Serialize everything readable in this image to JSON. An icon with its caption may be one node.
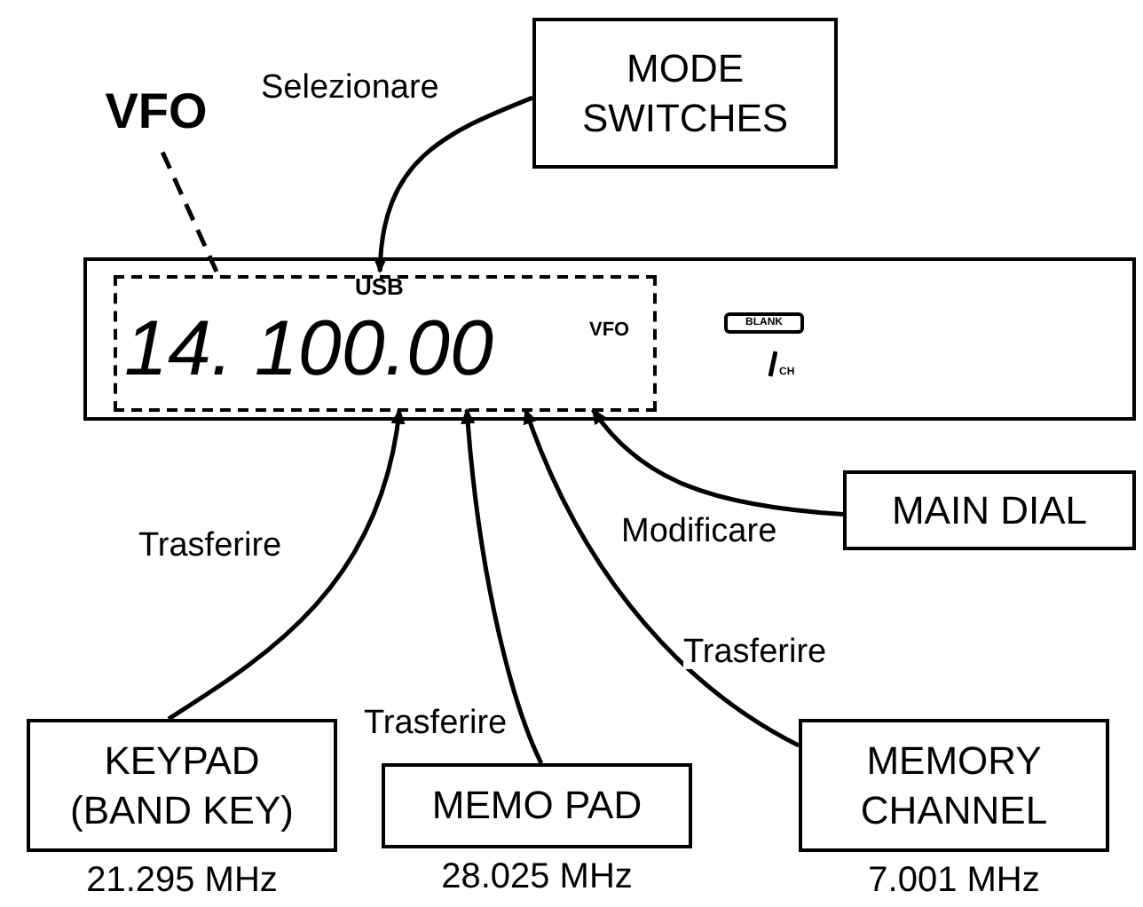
{
  "diagram": {
    "nodes": [
      {
        "text": [],
        "shape": "box"
      },
      {
        "text": [
          "USB",
          "14. 100.00",
          "VFO"
        ],
        "in": 0
      },
      {
        "text": [
          "BLANK"
        ],
        "in": 0
      },
      {
        "text": [
          "VFO"
        ]
      },
      {
        "text": [
          "MODE SWITCHES"
        ]
      },
      {
        "text": [
          "MAIN DIAL"
        ]
      },
      {
        "text": [
          "KEYPAD (BAND KEY)"
        ],
        "beside": [
          "21.295 MHz"
        ]
      },
      {
        "text": [
          "MEMO PAD"
        ],
        "beside": [
          "28.025 MHz"
        ]
      },
      {
        "text": [
          "MEMORY CHANNEL"
        ],
        "beside": [
          "7.001 MHz"
        ]
      }
    ],
    "edges": [
      {
        "from": 3,
        "to": 1,
        "arrow": "none",
        "style": "dashed"
      },
      {
        "from": 4,
        "to": 1,
        "arrow": "to",
        "label": "Selezionare"
      },
      {
        "from": 5,
        "to": 1,
        "arrow": "to",
        "label": "Modificare"
      },
      {
        "from": 6,
        "to": 1,
        "arrow": "to",
        "label": "Trasferire"
      },
      {
        "from": 7,
        "to": 1,
        "arrow": "to",
        "label": "Trasferire"
      },
      {
        "from": 8,
        "to": 1,
        "arrow": "to",
        "label": "Trasferire"
      }
    ],
    "labels": [
      "CH"
    ]
  }
}
